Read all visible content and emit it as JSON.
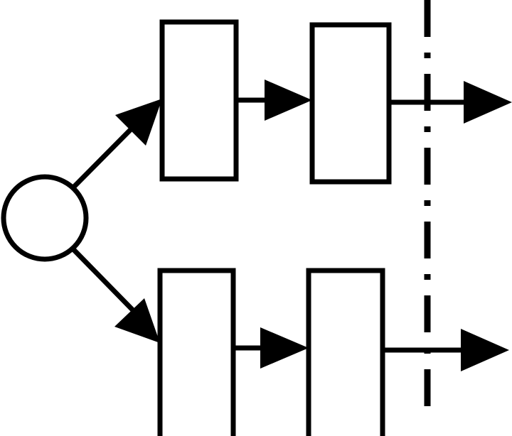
{
  "diagram": {
    "stroke_color": "#000000",
    "fill_color": "#ffffff",
    "nodes": [
      {
        "id": "source",
        "shape": "circle"
      },
      {
        "id": "top-block-1",
        "shape": "rectangle"
      },
      {
        "id": "top-block-2",
        "shape": "rectangle"
      },
      {
        "id": "bottom-block-1",
        "shape": "rectangle"
      },
      {
        "id": "bottom-block-2",
        "shape": "rectangle"
      }
    ],
    "edges": [
      {
        "from": "source",
        "to": "top-block-1"
      },
      {
        "from": "source",
        "to": "bottom-block-1"
      },
      {
        "from": "top-block-1",
        "to": "top-block-2"
      },
      {
        "from": "bottom-block-1",
        "to": "bottom-block-2"
      },
      {
        "from": "top-block-2",
        "to": "outside"
      },
      {
        "from": "bottom-block-2",
        "to": "outside"
      }
    ],
    "boundary_line": "dash-dot"
  }
}
